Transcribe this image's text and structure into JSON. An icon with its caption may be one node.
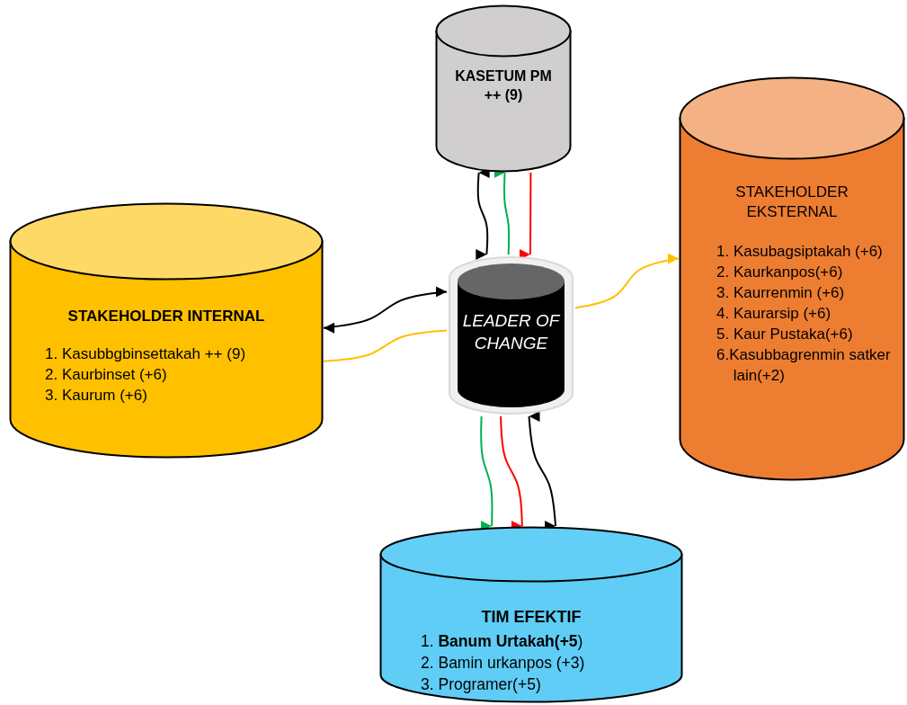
{
  "diagram": {
    "nodes": [
      {
        "text": [
          "KASETUM PM ++ (9)"
        ]
      },
      {
        "text": [
          "STAKEHOLDER INTERNAL",
          "1. Kasubbgbinsettakah ++ (9)",
          "2. Kaurbinset (+6)",
          "3. Kaurum (+6)"
        ]
      },
      {
        "text": [
          "LEADER OF CHANGE"
        ]
      },
      {
        "text": [
          "STAKEHOLDER EKSTERNAL",
          "1. Kasubagsiptakah (+6)",
          "2. Kaurkanpos(+6)",
          "3. Kaurrenmin (+6)",
          "4. Kaurarsip (+6)",
          "5. Kaur Pustaka(+6)",
          "6.Kasubbagrenmin satker lain(+2)"
        ]
      },
      {
        "text": [
          "TIM EFEKTIF",
          "1. **Banum Urtakah(+5**)",
          "2. Bamin urkanpos (+3)",
          "3. Programer(+5)"
        ]
      }
    ],
    "edges": [
      {
        "from": 0,
        "to": 2,
        "arrow": "both"
      },
      {
        "from": 2,
        "to": 0,
        "arrow": "to",
        "color": "#00b050"
      },
      {
        "from": 0,
        "to": 2,
        "arrow": "to",
        "color": "#ff0000"
      },
      {
        "from": 1,
        "to": 2,
        "arrow": "both"
      },
      {
        "from": 2,
        "to": 1,
        "arrow": "to",
        "color": "#ffc000"
      },
      {
        "from": 2,
        "to": 3,
        "arrow": "to",
        "color": "#ffc000"
      },
      {
        "from": 2,
        "to": 4,
        "arrow": "to",
        "color": "#00b050"
      },
      {
        "from": 2,
        "to": 4,
        "arrow": "to",
        "color": "#ff0000"
      },
      {
        "from": 2,
        "to": 4,
        "arrow": "both"
      }
    ]
  }
}
